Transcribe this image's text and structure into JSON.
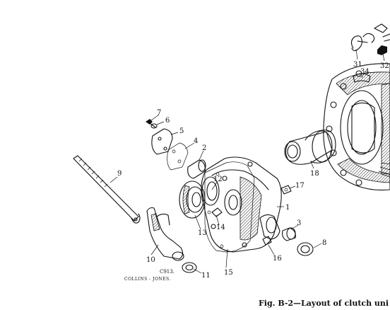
{
  "figure": {
    "caption": "Fig. B-2—Layout of clutch uni",
    "drawing_ref": "C913.",
    "artist_credit": "COLLINS - JONES."
  },
  "callouts": [
    {
      "id": "1",
      "label": "1"
    },
    {
      "id": "2",
      "label": "2"
    },
    {
      "id": "3",
      "label": "3"
    },
    {
      "id": "4",
      "label": "4"
    },
    {
      "id": "5",
      "label": "5"
    },
    {
      "id": "6",
      "label": "6"
    },
    {
      "id": "7",
      "label": "7"
    },
    {
      "id": "8",
      "label": "8"
    },
    {
      "id": "9",
      "label": "9"
    },
    {
      "id": "10",
      "label": "10"
    },
    {
      "id": "11",
      "label": "11"
    },
    {
      "id": "12",
      "label": "12"
    },
    {
      "id": "13",
      "label": "13"
    },
    {
      "id": "14",
      "label": "14"
    },
    {
      "id": "15",
      "label": "15"
    },
    {
      "id": "16",
      "label": "16"
    },
    {
      "id": "17",
      "label": "17"
    },
    {
      "id": "18",
      "label": "18"
    },
    {
      "id": "31",
      "label": "31"
    },
    {
      "id": "32",
      "label": "32"
    },
    {
      "id": "34",
      "label": "34"
    }
  ]
}
